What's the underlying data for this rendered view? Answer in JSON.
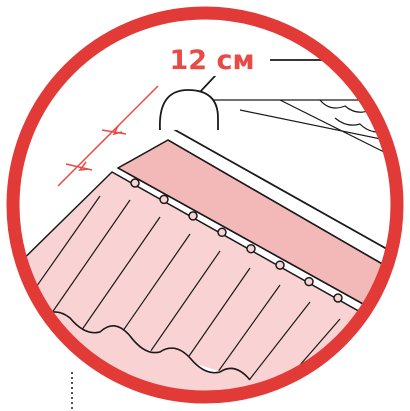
{
  "measurement": {
    "label": "12 см"
  },
  "colors": {
    "frame_red": "#e23a36",
    "accent_red": "#e84a46",
    "light_pink": "#f9d3d3",
    "mid_pink": "#f3b8b8",
    "outline": "#1a1a1a",
    "background": "#ffffff"
  },
  "icons": {
    "nail": "circle-outline",
    "shingle_edge": "scalloped-edge"
  },
  "fasteners": {
    "count": 8
  }
}
